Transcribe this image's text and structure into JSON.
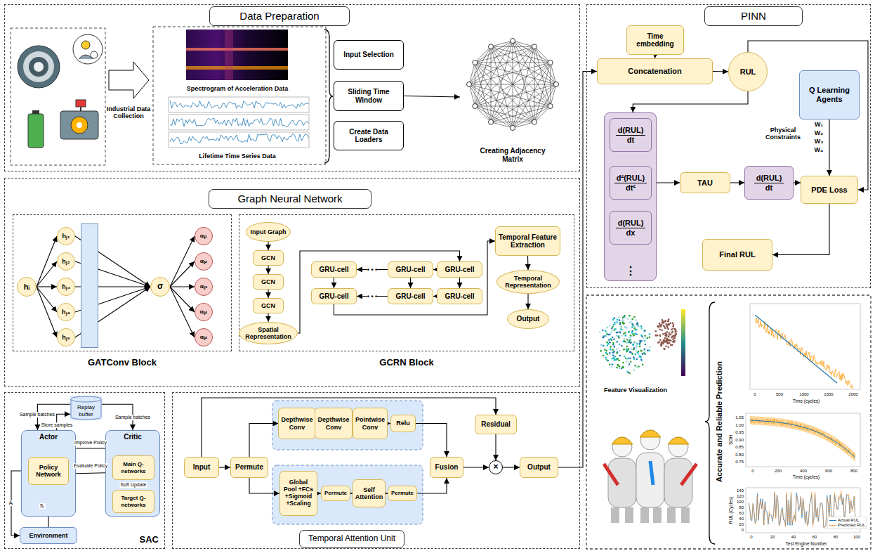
{
  "diagram": {
    "nodes": [
      {
        "text": [
          "Data Preparation"
        ]
      },
      {
        "text": [
          "Input Selection"
        ],
        "in": 0
      },
      {
        "text": [
          "Sliding Time Window"
        ],
        "in": 0
      },
      {
        "text": [
          "Create Data Loaders"
        ],
        "in": 0
      },
      {
        "text": [
          "Creating Adjacency Matrix"
        ],
        "in": 0
      },
      {
        "text": [
          "PINN"
        ]
      },
      {
        "text": [
          "Time embedding"
        ],
        "in": 5
      },
      {
        "text": [
          "Concatenation"
        ],
        "in": 5
      },
      {
        "text": [
          "RUL"
        ],
        "in": 5
      },
      {
        "text": [
          "Q Learning Agents"
        ],
        "in": 5
      },
      {
        "text": [
          "⋮"
        ],
        "in": 5
      },
      {
        "text": [
          "d(RUL)",
          "dt"
        ],
        "in": 10
      },
      {
        "text": [
          "d²(RUL)",
          "dt²"
        ],
        "in": 10
      },
      {
        "text": [
          "d(RUL)",
          "dx"
        ],
        "in": 10
      },
      {
        "text": [
          "TAU"
        ],
        "in": 5
      },
      {
        "text": [
          "d(RUL)",
          "dt"
        ],
        "in": 5
      },
      {
        "text": [
          "PDE Loss"
        ],
        "in": 5
      },
      {
        "text": [
          "Final RUL"
        ],
        "in": 5
      },
      {
        "text": [
          "Graph Neural Network"
        ]
      },
      {
        "text": [
          "GATConv Block"
        ],
        "in": 18
      },
      {
        "text": [
          "hᵢ"
        ],
        "in": 19
      },
      {
        "text": [
          "hⱼ₁"
        ],
        "in": 19
      },
      {
        "text": [
          "hⱼ₂"
        ],
        "in": 19
      },
      {
        "text": [
          "hⱼ₃"
        ],
        "in": 19
      },
      {
        "text": [
          "hⱼ₄"
        ],
        "in": 19
      },
      {
        "text": [
          "hⱼ₅"
        ],
        "in": 19
      },
      {
        "text": [
          "σ"
        ],
        "in": 19
      },
      {
        "text": [
          "αᵢⱼ₁"
        ],
        "in": 19
      },
      {
        "text": [
          "αᵢⱼ₂"
        ],
        "in": 19
      },
      {
        "text": [
          "αᵢⱼ₃"
        ],
        "in": 19
      },
      {
        "text": [
          "αᵢⱼ₄"
        ],
        "in": 19
      },
      {
        "text": [
          "αᵢⱼ₅"
        ],
        "in": 19
      },
      {
        "text": [
          "GCRN Block"
        ],
        "in": 18
      },
      {
        "text": [
          "Input Graph"
        ],
        "in": 32
      },
      {
        "text": [
          "GCN"
        ],
        "in": 32
      },
      {
        "text": [
          "GCN"
        ],
        "in": 32
      },
      {
        "text": [
          "GCN"
        ],
        "in": 32
      },
      {
        "text": [
          "Spatial Representation"
        ],
        "in": 32
      },
      {
        "text": [
          "GRU-cell"
        ],
        "in": 32
      },
      {
        "text": [
          "GRU-cell"
        ],
        "in": 32
      },
      {
        "text": [
          "GRU-cell"
        ],
        "in": 32
      },
      {
        "text": [
          "GRU-cell"
        ],
        "in": 32
      },
      {
        "text": [
          "GRU-cell"
        ],
        "in": 32
      },
      {
        "text": [
          "GRU-cell"
        ],
        "in": 32
      },
      {
        "text": [
          "Temporal Feature Extraction"
        ],
        "in": 32
      },
      {
        "text": [
          "Temporal Representation"
        ],
        "in": 32
      },
      {
        "text": [
          "Output"
        ],
        "in": 32
      },
      {
        "text": [
          "SAC"
        ]
      },
      {
        "text": [
          "Replay buffer"
        ],
        "in": 47
      },
      {
        "text": [
          "Actor"
        ],
        "in": 47
      },
      {
        "text": [
          "Policy Network"
        ],
        "in": 49
      },
      {
        "text": [
          "Critic"
        ],
        "in": 47
      },
      {
        "text": [
          "Main Q-networks"
        ],
        "in": 51
      },
      {
        "text": [
          "Target Q-networks"
        ],
        "in": 51
      },
      {
        "text": [
          "Environment"
        ],
        "in": 47
      },
      {
        "text": [
          "Temporal Attention Unit"
        ]
      },
      {
        "text": [
          "Input"
        ],
        "in": 55
      },
      {
        "text": [
          "Permute"
        ],
        "in": 55
      },
      {
        "text": [
          "Depthwise Conv"
        ],
        "in": 55
      },
      {
        "text": [
          "Depthwise Conv"
        ],
        "in": 55
      },
      {
        "text": [
          "Pointwise Conv"
        ],
        "in": 55
      },
      {
        "text": [
          "Relu"
        ],
        "in": 55
      },
      {
        "text": [
          "Global Pool +FCs +Sigmoid +Scaling"
        ],
        "in": 55
      },
      {
        "text": [
          "Permute"
        ],
        "in": 55
      },
      {
        "text": [
          "Self Attention"
        ],
        "in": 55
      },
      {
        "text": [
          "Permute"
        ],
        "in": 55
      },
      {
        "text": [
          "Fusion"
        ],
        "in": 55
      },
      {
        "text": [
          "Residual"
        ],
        "in": 55
      },
      {
        "text": [
          "×"
        ],
        "in": 55
      },
      {
        "text": [
          "Output"
        ],
        "in": 55
      }
    ],
    "edges": [
      {
        "from": 2,
        "to": 4,
        "arrow": "to"
      },
      {
        "from": 6,
        "to": 7,
        "arrow": "to"
      },
      {
        "from": 7,
        "to": 8,
        "arrow": "to"
      },
      {
        "from": 8,
        "to": 10,
        "arrow": "to"
      },
      {
        "from": 12,
        "to": 14,
        "arrow": "to"
      },
      {
        "from": 14,
        "to": 15,
        "arrow": "to"
      },
      {
        "from": 15,
        "to": 16,
        "arrow": "to"
      },
      {
        "from": 9,
        "to": 16,
        "arrow": "to"
      },
      {
        "from": 8,
        "to": 16,
        "arrow": "to"
      },
      {
        "from": 16,
        "to": 17,
        "arrow": "to"
      },
      {
        "from": 20,
        "to": 21,
        "arrow": "to"
      },
      {
        "from": 20,
        "to": 22,
        "arrow": "to"
      },
      {
        "from": 20,
        "to": 23,
        "arrow": "to"
      },
      {
        "from": 20,
        "to": 24,
        "arrow": "to"
      },
      {
        "from": 20,
        "to": 25,
        "arrow": "to"
      },
      {
        "from": 21,
        "to": 26,
        "arrow": "to"
      },
      {
        "from": 22,
        "to": 26,
        "arrow": "to"
      },
      {
        "from": 23,
        "to": 26,
        "arrow": "to"
      },
      {
        "from": 24,
        "to": 26,
        "arrow": "to"
      },
      {
        "from": 25,
        "to": 26,
        "arrow": "to"
      },
      {
        "from": 26,
        "to": 27,
        "arrow": "to"
      },
      {
        "from": 26,
        "to": 28,
        "arrow": "to"
      },
      {
        "from": 26,
        "to": 29,
        "arrow": "to"
      },
      {
        "from": 26,
        "to": 30,
        "arrow": "to"
      },
      {
        "from": 26,
        "to": 31,
        "arrow": "to"
      },
      {
        "from": 33,
        "to": 34,
        "arrow": "to"
      },
      {
        "from": 34,
        "to": 35,
        "arrow": "to"
      },
      {
        "from": 35,
        "to": 36,
        "arrow": "to"
      },
      {
        "from": 36,
        "to": 37,
        "arrow": "to"
      },
      {
        "from": 37,
        "to": 40,
        "arrow": "to"
      },
      {
        "from": 40,
        "to": 39,
        "arrow": "to"
      },
      {
        "from": 39,
        "to": 38,
        "arrow": "to"
      },
      {
        "from": 43,
        "to": 42,
        "arrow": "to"
      },
      {
        "from": 42,
        "to": 41,
        "arrow": "to"
      },
      {
        "from": 38,
        "to": 41,
        "arrow": "to"
      },
      {
        "from": 39,
        "to": 42,
        "arrow": "to"
      },
      {
        "from": 40,
        "to": 43,
        "arrow": "to"
      },
      {
        "from": 41,
        "to": 44,
        "arrow": "to"
      },
      {
        "from": 44,
        "to": 45,
        "arrow": "to"
      },
      {
        "from": 45,
        "to": 46,
        "arrow": "to"
      },
      {
        "from": 48,
        "to": 49,
        "label": "Sample batches",
        "arrow": "to"
      },
      {
        "from": 49,
        "to": 48,
        "label": "Store samples",
        "arrow": "to"
      },
      {
        "from": 48,
        "to": 51,
        "label": "Sample batches",
        "arrow": "to"
      },
      {
        "from": 50,
        "to": 52,
        "label": "Evaluate Policy",
        "arrow": "to"
      },
      {
        "from": 52,
        "to": 50,
        "label": "Improve Policy",
        "arrow": "to"
      },
      {
        "from": 52,
        "to": 53,
        "label": "Soft Update",
        "arrow": "to"
      },
      {
        "from": 50,
        "to": 54,
        "label": "Aₜ",
        "arrow": "to"
      },
      {
        "from": 54,
        "to": 50,
        "label": "Sₜ",
        "arrow": "to"
      },
      {
        "from": 56,
        "to": 57,
        "arrow": "to"
      },
      {
        "from": 57,
        "to": 58,
        "arrow": "to"
      },
      {
        "from": 58,
        "to": 59,
        "arrow": "to"
      },
      {
        "from": 59,
        "to": 60,
        "arrow": "to"
      },
      {
        "from": 60,
        "to": 61,
        "arrow": "to"
      },
      {
        "from": 61,
        "to": 66,
        "arrow": "to"
      },
      {
        "from": 57,
        "to": 62,
        "arrow": "to"
      },
      {
        "from": 62,
        "to": 63,
        "arrow": "to"
      },
      {
        "from": 63,
        "to": 64,
        "arrow": "to"
      },
      {
        "from": 64,
        "to": 65,
        "arrow": "to"
      },
      {
        "from": 65,
        "to": 66,
        "arrow": "to"
      },
      {
        "from": 66,
        "to": 68,
        "arrow": "to"
      },
      {
        "from": 67,
        "to": 68,
        "arrow": "to"
      },
      {
        "from": 56,
        "to": 67,
        "arrow": "to"
      },
      {
        "from": 68,
        "to": 69,
        "arrow": "to"
      },
      {
        "from": 69,
        "to": 7,
        "arrow": "to"
      }
    ],
    "labels": [
      "Industrial Data Collection",
      "Spectrogram of Acceleration Data",
      "Lifetime Time Series Data",
      "Physical Constraints",
      "W₁",
      "W₂",
      "W₃",
      "W₄",
      "• • •",
      "• • •",
      "Feature Visualization",
      "Accurate and Reliable Prediction",
      "0",
      "500",
      "1000",
      "1500",
      "2000",
      "Time (cycles)",
      "1.05",
      "1.00",
      "0.95",
      "0.90",
      "0.85",
      "0.80",
      "0.75",
      "SOH",
      "0",
      "200",
      "400",
      "600",
      "800",
      "Time (cycles)",
      "0",
      "20",
      "40",
      "60",
      "80",
      "100",
      "120",
      "140",
      "0",
      "20",
      "40",
      "60",
      "80",
      "100",
      "Test Engine Number",
      "RUL (Cycles)"
    ],
    "legend": [
      {
        "text": "Actual RUL"
      },
      {
        "text": "Predicted RUL"
      }
    ]
  }
}
